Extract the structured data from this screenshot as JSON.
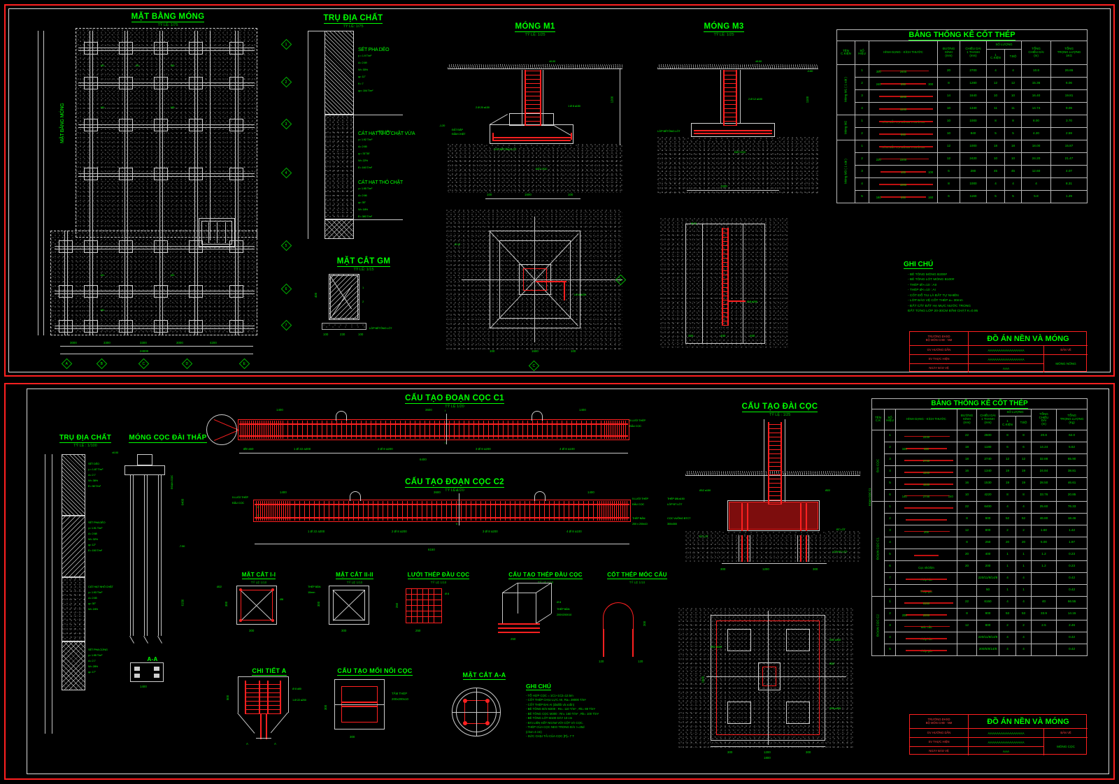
{
  "app": {
    "kind": "autocad-drawing",
    "background": "#000000"
  },
  "colors": {
    "green": "#00ff00",
    "red": "#ff2020",
    "white": "#dcdcdc",
    "dimgreen": "#00b400"
  },
  "sheet_top": {
    "titles": [
      {
        "name": "foundation-plan",
        "label": "MẶT BẰNG MÓNG",
        "scale": "TỶ LỆ: 1/75"
      },
      {
        "name": "geo-column",
        "label": "TRỤ ĐỊA CHẤT",
        "scale": "TỶ LỆ: 1/75"
      },
      {
        "name": "footing-m1",
        "label": "MÓNG M1",
        "scale": "TỶ LỆ: 1/25"
      },
      {
        "name": "footing-m3",
        "label": "MÓNG M3",
        "scale": "TỶ LỆ: 1/25"
      },
      {
        "name": "section-gm",
        "label": "MẶT CẮT GM",
        "scale": "TỶ LỆ: 1/15"
      }
    ],
    "schedule": {
      "title": "BẢNG THỐNG KÊ CỐT THÉP",
      "headers": {
        "name": "TÊN\nC.KIỆN",
        "mark": "SỐ\nHIỆU",
        "shape": "HÌNH DẠNG - KÍCH THƯỚC",
        "dia": "ĐƯỜNG\nKÍNH\n(mm)",
        "len1": "CHIỀU DÀI\n1 THANH\n(mm)",
        "qty": "SỐ LƯỢNG",
        "qty_ck": "1\nC.KIỆN",
        "qty_tb": "T.BỘ",
        "total_len": "TỔNG\nCHIỀU DÀI\n(m)",
        "total_w": "TỔNG\nTRỌNG LƯỢNG\n1KG"
      },
      "groups": [
        {
          "name": "Móng M1 ( 1 cái )",
          "rows": [
            {
              "mark": "1",
              "shape": "bar-u",
              "l1": "300",
              "l2": "2400",
              "l3": "",
              "dia": "20",
              "len": "2700",
              "q1": "4",
              "q2": "4",
              "tlen": "10.8",
              "tw": "26.65"
            },
            {
              "mark": "2",
              "shape": "bar-n",
              "l1": "240",
              "l2": "340",
              "l3": "300",
              "dia": "8",
              "len": "1280",
              "q1": "12",
              "q2": "12",
              "tlen": "15.36",
              "tw": "6.06"
            },
            {
              "mark": "3",
              "shape": "bar-s",
              "l1": "",
              "l2": "1640",
              "l3": "",
              "dia": "14",
              "len": "1640",
              "q1": "10",
              "q2": "10",
              "tlen": "16.40",
              "tw": "19.81"
            },
            {
              "mark": "4",
              "shape": "bar-s",
              "l1": "",
              "l2": "1340",
              "l3": "",
              "dia": "10",
              "len": "1340",
              "q1": "11",
              "q2": "11",
              "tlen": "14.74",
              "tw": "9.09"
            }
          ]
        },
        {
          "name": "Móng M2",
          "rows": [
            {
              "mark": "1",
              "shape": "text",
              "text": "HÀN NỐI TẠI CÔNG TRƯỜNG",
              "dia": "10",
              "len": "1000",
              "q1": "8",
              "q2": "8",
              "tlen": "8.00",
              "tw": "3.70"
            },
            {
              "mark": "2",
              "shape": "bar-s",
              "l1": "",
              "l2": "840",
              "l3": "",
              "dia": "10",
              "len": "840",
              "q1": "5",
              "q2": "5",
              "tlen": "4.20",
              "tw": "2.59"
            }
          ]
        },
        {
          "name": "Móng M3 ( 1 cái )",
          "rows": [
            {
              "mark": "1",
              "shape": "text",
              "text": "HÀN NỐI TẠI CÔNG TRƯỜNG",
              "dia": "12",
              "len": "1000",
              "q1": "18",
              "q2": "18",
              "tlen": "18.00",
              "tw": "15.87"
            },
            {
              "mark": "2",
              "shape": "bar-u",
              "l1": "220",
              "l2": "2200",
              "l3": "",
              "dia": "12",
              "len": "2420",
              "q1": "10",
              "q2": "10",
              "tlen": "24.20",
              "tw": "21.47"
            },
            {
              "mark": "3",
              "shape": "bar-box",
              "l1": "",
              "l2": "100",
              "l3": "100",
              "dia": "6",
              "len": "280",
              "q1": "45",
              "q2": "45",
              "tlen": "12.60",
              "tw": "4.07"
            },
            {
              "mark": "4",
              "shape": "text",
              "text": "1000",
              "dia": "8",
              "len": "1000",
              "q1": "4",
              "q2": "4",
              "tlen": "4",
              "tw": "8.31"
            },
            {
              "mark": "5",
              "shape": "bar-n",
              "l1": "160",
              "l2": "340",
              "l3": "160",
              "dia": "6",
              "len": "1160",
              "q1": "5",
              "q2": "5",
              "tlen": "5.8",
              "tw": "1.29"
            }
          ]
        }
      ]
    },
    "notes": {
      "title": "GHI CHÚ",
      "lines": [
        "- BÊ TÔNG MÓNG B200#",
        "- BÊ TÔNG LÓT MÓNG B100#",
        "- THÉP Ø>=10 : AII",
        "- THÉP Ø<=10 : AI",
        "- CỐT ĐỔ TẠI LÀ ĐẤT TỰ NHIÊN",
        "- LỚP BẢO VỆ CỐT THÉP a= 30mm",
        "- ĐẤT CẤT ĐẤT HẠ MỰC NƯỚC TRONG",
        "ĐẤT TỪNG LỚP 20-30CM ĐẦM CHẶT K=0.95"
      ]
    },
    "titleblock": {
      "school": "TRƯỜNG ĐHXD\nBỘ MÔN CHĐ - NM",
      "rows": [
        {
          "label": "GV HƯỚNG DẪN",
          "value": "AAAAAAAAAAAAAAAAA"
        },
        {
          "label": "SV THỰC HIỆN",
          "value": "AAAAAAAAAAAAAAAAA"
        },
        {
          "label": "NGÀY BẢO VỆ",
          "value": "AAA"
        }
      ],
      "project": "ĐỒ ÁN NỀN VÀ MÓNG",
      "sheet_label": "BẢN VẼ",
      "sheet_value": "MÓNG NÔNG"
    }
  },
  "sheet_bottom": {
    "titles": [
      {
        "name": "geo-column-2",
        "label": "TRỤ ĐỊA CHẤT",
        "scale": "TỶ LỆ : 1/100"
      },
      {
        "name": "pile-foundation",
        "label": "MÓNG CỌC ĐÀI THẤP",
        "scale": ""
      },
      {
        "name": "pile-segment-c1",
        "label": "CẤU TẠO ĐOẠN CỌC C1",
        "scale": "TỶ LỆ 1/20"
      },
      {
        "name": "pile-segment-c2",
        "label": "CẤU TẠO ĐOẠN CỌC C2",
        "scale": "TỶ LỆ 1/20"
      },
      {
        "name": "pile-cap",
        "label": "CẤU TẠO ĐÀI CỌC",
        "scale": "TỶ LỆ : 1/25"
      },
      {
        "name": "section-i-i",
        "label": "MẶT CẮT I-I",
        "scale": "TỶ LỆ 1/10"
      },
      {
        "name": "section-ii-ii",
        "label": "MẶT CẮT II-II",
        "scale": "TỶ LỆ 1/10"
      },
      {
        "name": "pile-head-mesh",
        "label": "LƯỚI THÉP ĐẦU CỌC",
        "scale": "TỶ LỆ 1/10"
      },
      {
        "name": "pile-head-rebar",
        "label": "CẤU TẠO THÉP ĐẦU CỌC",
        "scale": "TỶ LỆ 1/10"
      },
      {
        "name": "lifting-hook",
        "label": "CỐT THÉP MÓC CẨU",
        "scale": "TỶ LỆ 1/10"
      },
      {
        "name": "detail-a",
        "label": "CHI TIẾT A",
        "scale": ""
      },
      {
        "name": "pile-joint",
        "label": "CẤU TẠO MỐI NỐI CỌC",
        "scale": ""
      },
      {
        "name": "section-a-a",
        "label": "MẶT CẮT A-A",
        "scale": ""
      },
      {
        "name": "aa-marker",
        "label": "A-A",
        "scale": ""
      }
    ],
    "schedule": {
      "title": "BẢNG THỐNG KÊ CỐT THÉP",
      "headers": {
        "name": "TÊN\nC.K",
        "mark": "SỐ\nHIỆU",
        "shape": "HÌNH DẠNG - KÍCH THƯỚC",
        "dia": "ĐƯỜNG\nKÍNH\n(mm)",
        "len1": "CHIỀU DÀI\n1 THANH\n(mm)",
        "qty": "SỐ LƯỢNG",
        "qty_ck": "1\nC.KIỆN",
        "qty_tb": "T.BỘ",
        "total_len": "TỔNG\nCHIỀU\nDÀI\n(m)",
        "total_w": "TỔNG\nTRỌNG LƯỢNG\n(Kg)"
      },
      "groups": [
        {
          "name": "ĐÀI CỌC",
          "rows": [
            {
              "mark": "1",
              "shape": "bar-u",
              "l1": "",
              "l2": "2230",
              "dia": "22",
              "len": "2600",
              "q1": "8",
              "q2": "8",
              "tlen": "20.8",
              "tw": "62.0"
            },
            {
              "mark": "2",
              "shape": "bar-n",
              "l1": "340",
              "l2": "420",
              "dia": "18",
              "len": "1180",
              "q1": "6",
              "q2": "6",
              "tlen": "14.24",
              "tw": "5.62"
            },
            {
              "mark": "3",
              "shape": "bar-s",
              "l1": "",
              "l2": "2740",
              "dia": "18",
              "len": "2740",
              "q1": "12",
              "q2": "12",
              "tlen": "32.88",
              "tw": "65.90"
            },
            {
              "mark": "4",
              "shape": "bar-s",
              "l1": "",
              "l2": "1340",
              "dia": "16",
              "len": "1340",
              "q1": "19",
              "q2": "19",
              "tlen": "24.84",
              "tw": "38.81"
            },
            {
              "mark": "5",
              "shape": "bar-s",
              "l1": "",
              "l2": "1530",
              "dia": "16",
              "len": "1530",
              "q1": "19",
              "q2": "19",
              "tlen": "28.50",
              "tw": "46.61"
            },
            {
              "mark": "6",
              "shape": "bar-u",
              "l1": "140",
              "l2": "2740",
              "l3": "140",
              "dia": "10",
              "len": "4220",
              "q1": "8",
              "q2": "8",
              "tlen": "33.76",
              "tw": "20.85"
            }
          ]
        },
        {
          "name": "ĐOẠN CỌC C1",
          "rows": [
            {
              "mark": "1",
              "shape": "bar-box",
              "l1": "",
              "l2": "",
              "dia": "22",
              "len": "6400",
              "q1": "4",
              "q2": "4",
              "tlen": "25.60",
              "tw": "76.33"
            },
            {
              "mark": "2",
              "shape": "bar-s",
              "l1": "",
              "l2": "",
              "dia": "8",
              "len": "900",
              "q1": "52",
              "q2": "52",
              "tlen": "46.80",
              "tw": "18.46"
            },
            {
              "mark": "3",
              "shape": "bar-hook",
              "l1": "",
              "l2": "200",
              "dia": "12",
              "len": "800",
              "q1": "2",
              "q2": "2",
              "tlen": "1.60",
              "tw": "1.42"
            },
            {
              "mark": "4",
              "shape": "mesh",
              "l1": "",
              "l2": "",
              "dia": "8",
              "len": "250",
              "q1": "20",
              "q2": "20",
              "tlen": "5.00",
              "tw": "1.97"
            },
            {
              "mark": "5",
              "shape": "bar-s",
              "l1": "",
              "l2": "",
              "dia": "20",
              "len": "400",
              "q1": "1",
              "q2": "1",
              "tlen": "1.2",
              "tw": "0.23"
            },
            {
              "mark": "6",
              "shape": "text",
              "text": "Cọc nhỏ/lớn",
              "dia": "20",
              "len": "200",
              "q1": "1",
              "q2": "1",
              "tlen": "1.2",
              "tw": "0.23"
            },
            {
              "mark": "7",
              "shape": "text",
              "text": "Thép hàn",
              "dia": "",
              "len": "220/11/8/14/8",
              "q1": "4",
              "q2": "4",
              "tlen": "",
              "tw": "0.42"
            },
            {
              "mark": "8",
              "shape": "text",
              "text": "Thép góc",
              "dia": "",
              "len": "50",
              "q1": "1",
              "q2": "1",
              "tlen": "",
              "tw": "0.42"
            }
          ]
        },
        {
          "name": "ĐOẠN CỌC C2",
          "rows": [
            {
              "mark": "1",
              "shape": "bar-s",
              "l1": "",
              "l2": "6150",
              "dia": "22",
              "len": "6150",
              "q1": "4",
              "q2": "4",
              "tlen": "40",
              "tw": "66.55"
            },
            {
              "mark": "2",
              "shape": "bar-s",
              "l1": "200",
              "l2": "2000",
              "dia": "8",
              "len": "900",
              "q1": "53",
              "q2": "53",
              "tlen": "33.9",
              "tw": "14.15"
            },
            {
              "mark": "3",
              "shape": "text",
              "text": "Móc cẩu",
              "dia": "12",
              "len": "800",
              "q1": "2",
              "q2": "2",
              "tlen": "2.5",
              "tw": "2.46"
            },
            {
              "mark": "4",
              "shape": "text",
              "text": "Thép hàn",
              "dia": "",
              "len": "220/11/8/14/8",
              "q1": "4",
              "q2": "4",
              "tlen": "",
              "tw": "0.42"
            },
            {
              "mark": "5",
              "shape": "text",
              "text": "Thép góc",
              "dia": "",
              "len": "200/5/8/14/8",
              "q1": "4",
              "q2": "4",
              "tlen": "",
              "tw": "0.42"
            }
          ]
        }
      ]
    },
    "notes": {
      "title": "GHI CHÚ",
      "lines": [
        "- TỔ HỢP CỌC = 1C1+1C2=12.5m",
        "- CỐT THÉP CHỊU LỰC AII, Ra= 28000 T/m²",
        "- CỐT THÉP ĐAI AI (đai/lõi và xoắn)",
        "- BÊ TÔNG ĐÀI M200 : Rn= 110 T/m² , Rk= 88 T/m²",
        "- BÊ TÔNG CỌC M300 : Rn= 160 T/m² , Rk= 100 T/m²",
        "- BÊ TÔNG LÓT M100 DÀY 10 cm",
        "- ĐÀI LIÊN KẾT NGÀM VỚI CỘT VÀ CỌC.",
        "- THÉP CỦA CỌC NEO TRONG ĐÀI >=25d",
        "(chon 4 cm)",
        "- SỨC CHỊU TẢI CỦA CỌC [P]= 7 T"
      ]
    },
    "titleblock": {
      "school": "TRƯỜNG ĐHXD\nBỘ MÔN CHĐ - NM",
      "rows": [
        {
          "label": "GV HƯỚNG DẪN",
          "value": "AAAAAAAAAAAAAAAAA"
        },
        {
          "label": "SV THỰC HIỆN",
          "value": "AAAAAAAAAAAAAAAAA"
        },
        {
          "label": "NGÀY BẢO VỆ",
          "value": "AAA"
        }
      ],
      "project": "ĐỒ ÁN NỀN VÀ MÓNG",
      "sheet_label": "BẢN VẼ",
      "sheet_value": "MÓNG CỌC"
    }
  },
  "geo_layers_top": [
    {
      "name": "SÉT PHA DẺO",
      "props": [
        "γ = 1.9 T/m³",
        "Δ= 2.69",
        "W= 30%",
        "φ= 11°",
        "K= 7",
        "qc= 104 T/m²"
      ]
    },
    {
      "name": "CÁT HẠT NHỎ CHẶT VỪA",
      "props": [
        "γ= 1.92 T/m³",
        "Δ= 2.65",
        "φ = 31°30'",
        "W= 22%",
        "E= 160 T/m²"
      ]
    },
    {
      "name": "CÁT HẠT THÔ CHẶT",
      "props": [
        "γ= 1.95 T/m³",
        "Δ= 2.66",
        "φ= 35°",
        "W= 18%",
        "E= 380 T/m²"
      ]
    }
  ],
  "geo_layers_bottom": [
    {
      "name": "SÉT DẺO",
      "props": [
        "γ = 1.87 T/m³",
        "Δ= 2.7",
        "W= 36%",
        "E= 98 T/m²",
        "φ= 9°",
        "c= 0.18",
        "qc= 102 T/m²"
      ]
    },
    {
      "name": "SÉT PHA DẺO",
      "props": [
        "γ= 1.91 T/m³",
        "Δ= 2.68",
        "W= 32%",
        "φ= 12°",
        "E= 150 T/m²",
        "qc= 160 T/m²"
      ]
    },
    {
      "name": "CÁT HẠT NHỎ CHẶT",
      "props": [
        "γ= 1.93 T/m³",
        "Δ= 2.65",
        "φ= 30°",
        "W= 24%",
        "E= 280 T/m²"
      ]
    },
    {
      "name": "SÉT PHA CỨNG",
      "props": [
        "γ= 1.95 T/m³",
        "Δ= 2.7",
        "W= 28%",
        "φ= 17°",
        "E= 380 T/m²"
      ]
    }
  ],
  "dimensions": {
    "plan_grid_x": [
      "3000",
      "3300",
      "3300",
      "3000",
      "4200",
      "4200"
    ],
    "plan_total_x": "24000",
    "pile_c1_dims": [
      "1400",
      "3600",
      "1400"
    ],
    "pile_total": "6400",
    "pile_c2_total": "6150"
  },
  "grid_marks": [
    "1",
    "2",
    "3",
    "4",
    "5",
    "6",
    "7",
    "A",
    "B",
    "C",
    "D"
  ]
}
